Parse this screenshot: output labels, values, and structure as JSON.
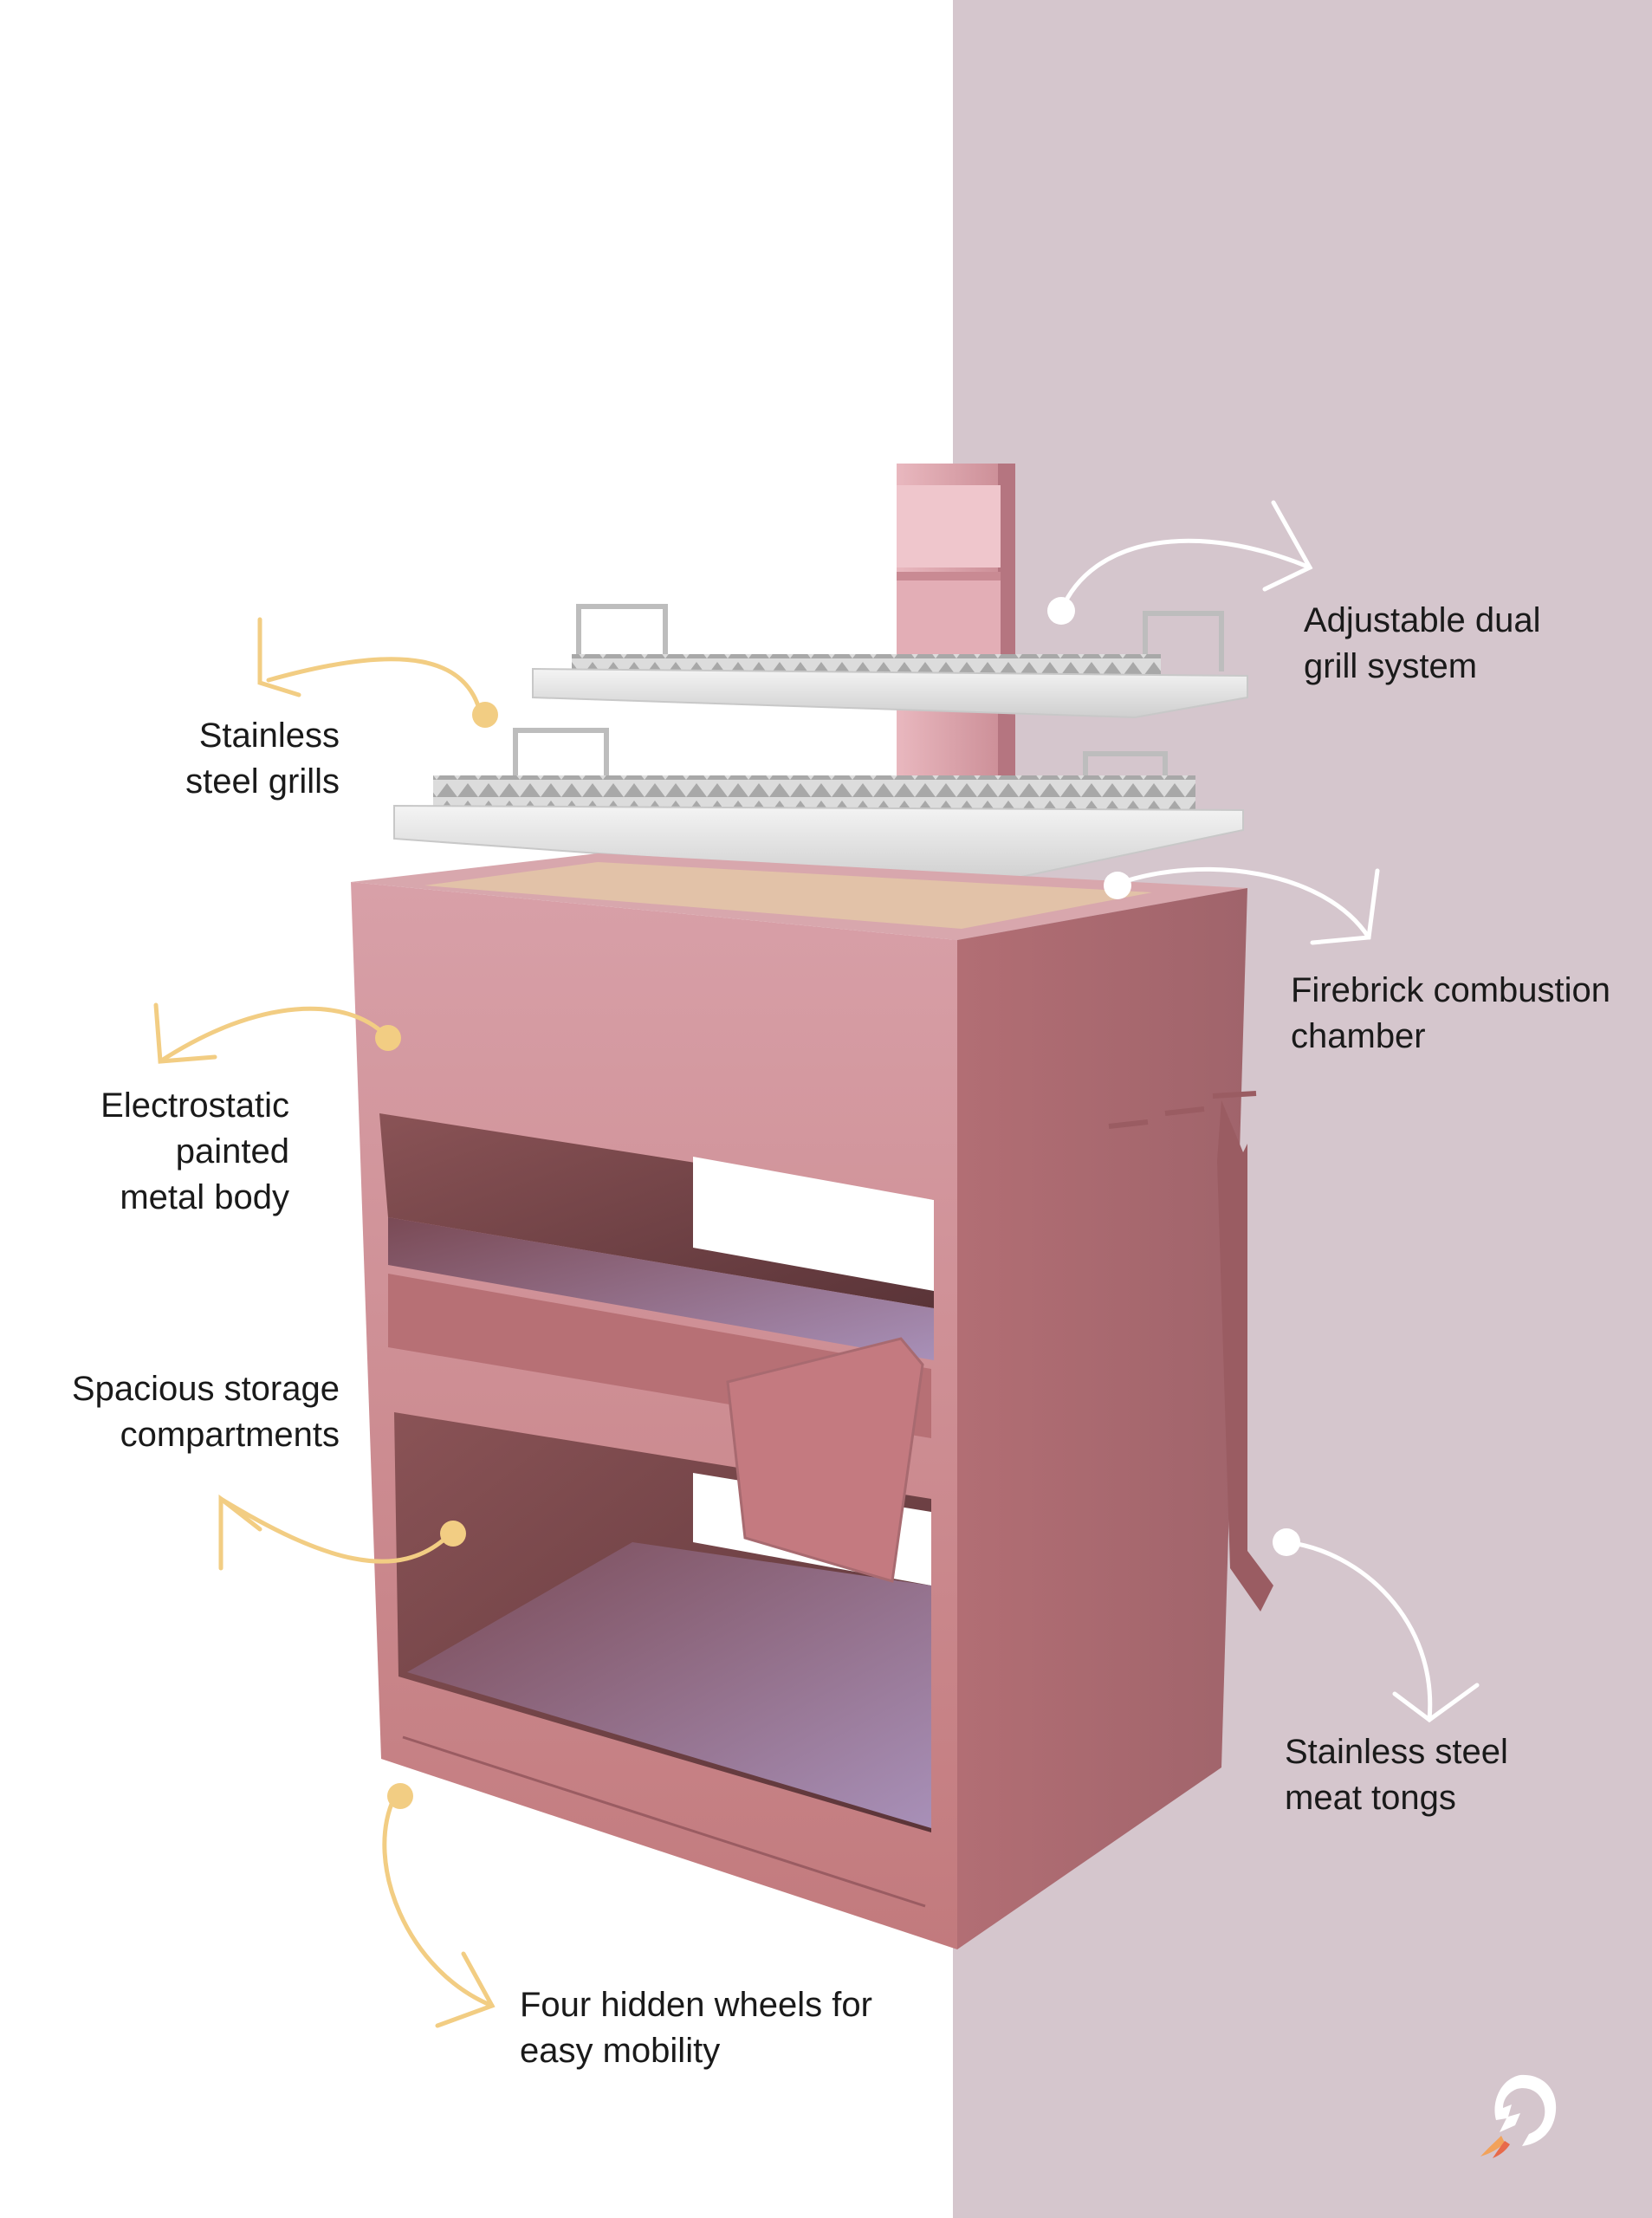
{
  "colors": {
    "panel_background": "#d5c6cd",
    "page_background": "#ffffff",
    "body_pink": "#c47d80",
    "body_pink_dark": "#a86a70",
    "body_pink_light": "#d39da4",
    "steel": "#e6e6e6",
    "callout_gold": "#f2cd83",
    "callout_white": "#ffffff"
  },
  "callouts": {
    "stainless_grills": [
      "Stainless",
      "steel grills"
    ],
    "adjustable_grill": [
      "Adjustable dual",
      "grill system"
    ],
    "firebrick_chamber": [
      "Firebrick combustion",
      "chamber"
    ],
    "electrostatic_body": [
      "Electrostatic",
      "painted",
      "metal body"
    ],
    "storage": [
      "Spacious storage",
      "compartments"
    ],
    "meat_tongs": [
      "Stainless steel",
      "meat tongs"
    ],
    "wheels": [
      "Four hidden wheels for",
      "easy mobility"
    ]
  },
  "logo": {
    "icon": "dragon-head-logo-icon"
  }
}
